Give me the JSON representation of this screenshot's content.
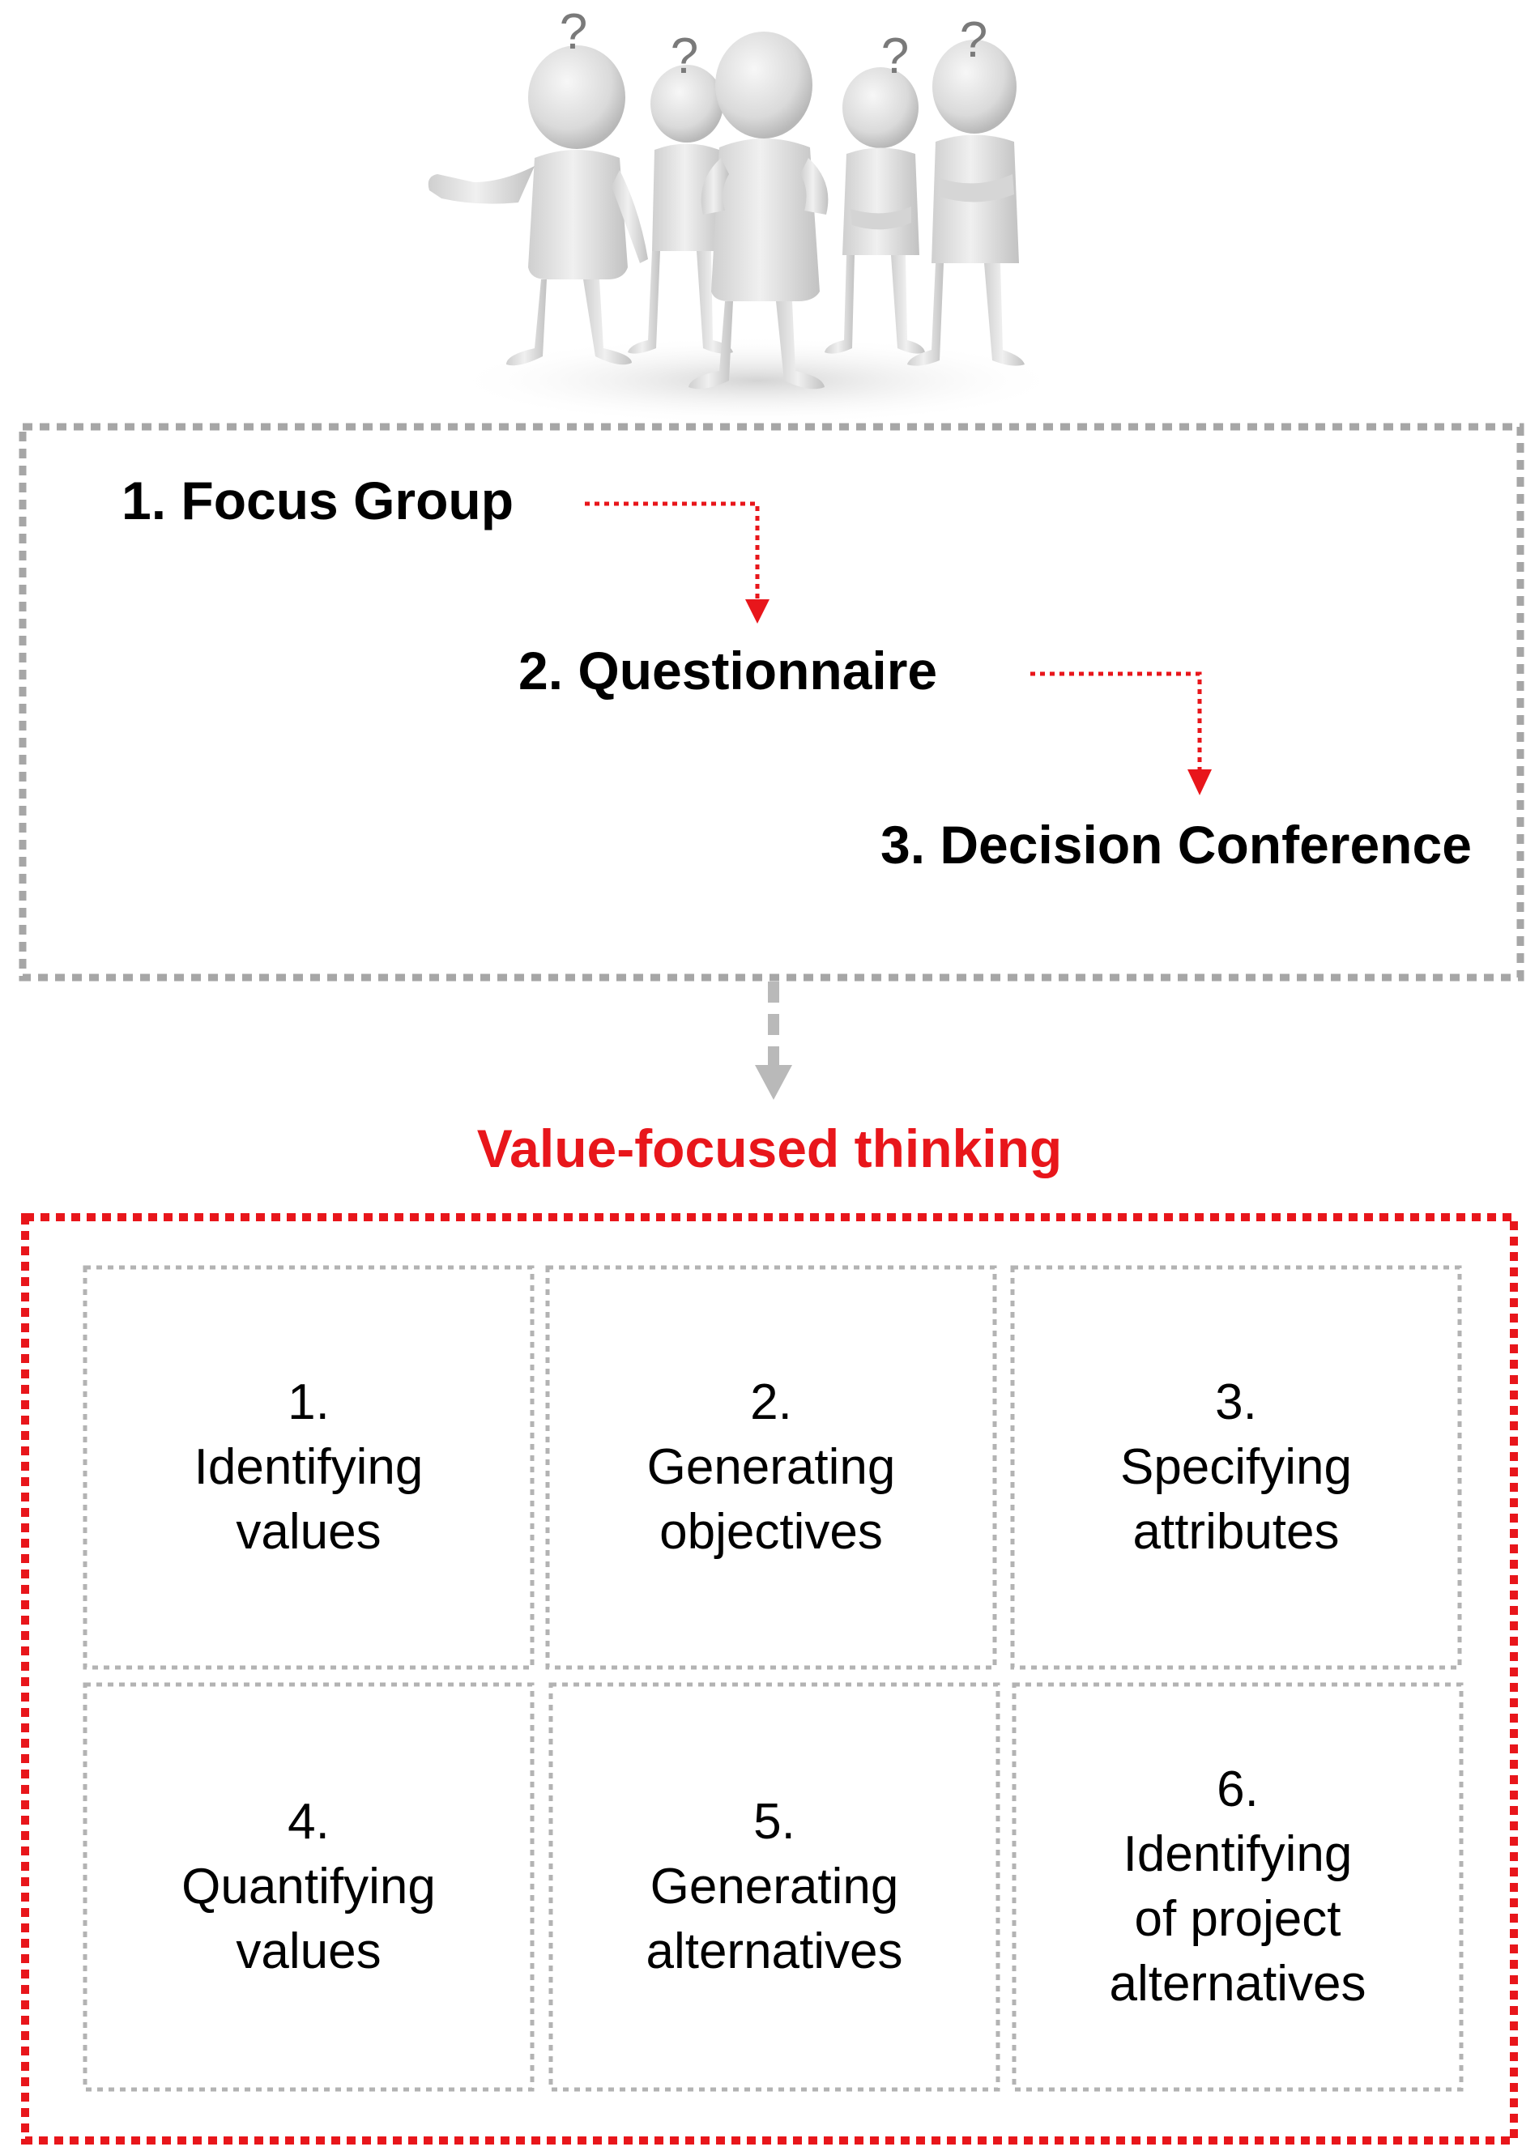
{
  "stages": [
    {
      "label": "1. Focus Group"
    },
    {
      "label": "2. Questionnaire"
    },
    {
      "label": "3. Decision Conference"
    }
  ],
  "question_marks": [
    "?",
    "?",
    "?",
    "?"
  ],
  "vft": {
    "title": "Value-focused thinking",
    "steps": [
      {
        "number": "1.",
        "lines": [
          "Identifying",
          "values"
        ]
      },
      {
        "number": "2.",
        "lines": [
          "Generating",
          "objectives"
        ]
      },
      {
        "number": "3.",
        "lines": [
          "Specifying",
          "attributes"
        ]
      },
      {
        "number": "4.",
        "lines": [
          "Quantifying",
          "values"
        ]
      },
      {
        "number": "5.",
        "lines": [
          "Generating",
          "alternatives"
        ]
      },
      {
        "number": "6.",
        "lines": [
          "Identifying",
          "of project",
          "alternatives"
        ]
      }
    ]
  },
  "colors": {
    "red": "#e8161b",
    "gray": "#a6a6a6",
    "light_gray": "#b9b9b9",
    "figure_fill": "#e2e2e2",
    "figure_shadow": "#c4c4c4"
  },
  "icons": [
    "people-group-illustration-icon",
    "question-mark-icon"
  ]
}
